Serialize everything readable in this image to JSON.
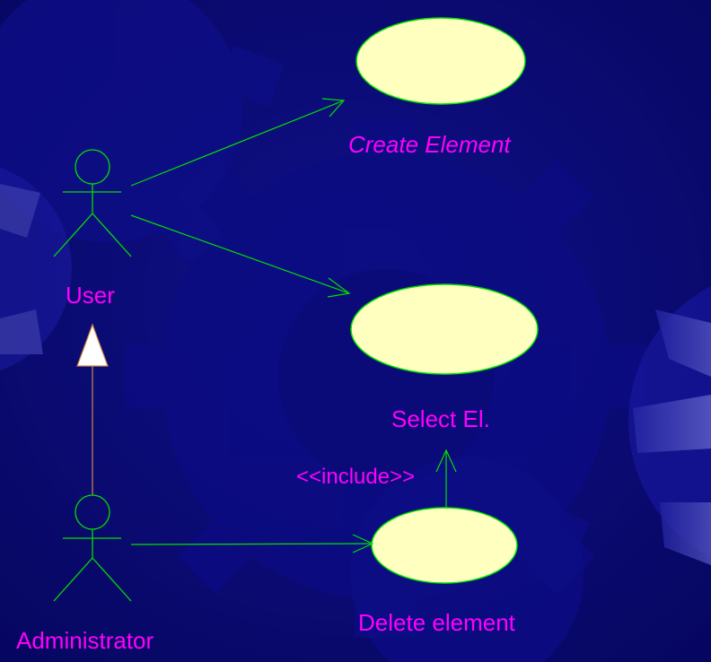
{
  "use_cases": {
    "create": "Create Element",
    "select": "Select El.",
    "delete": "Delete element"
  },
  "actors": {
    "user": "User",
    "admin": "Administrator"
  },
  "relations": {
    "include": "<<include>>"
  },
  "colors": {
    "background": "#0a0a78",
    "text": "#ff00ff",
    "line": "#00e000",
    "ellipse_fill": "#ffffc0",
    "generalization_line": "#cc8844"
  }
}
